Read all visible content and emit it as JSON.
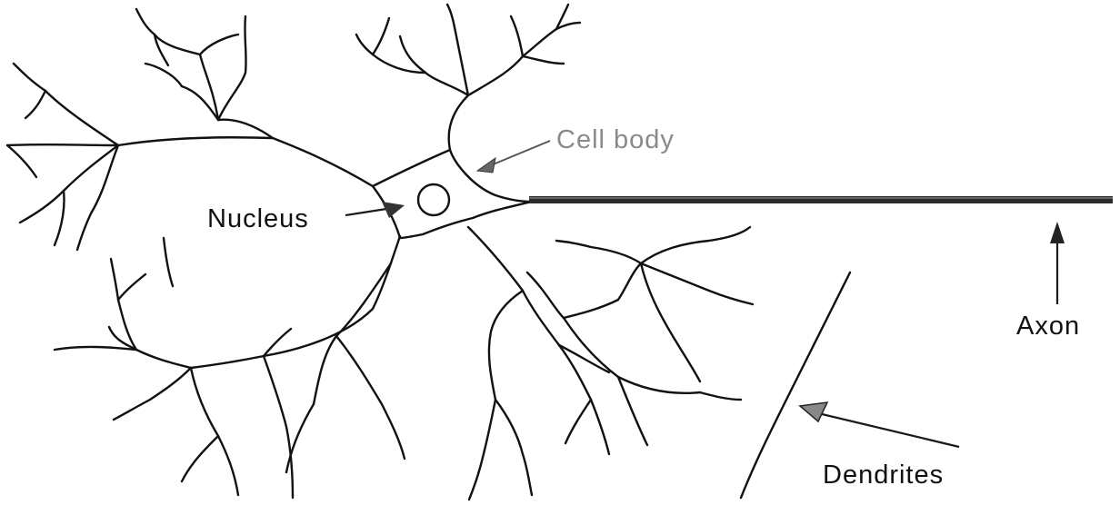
{
  "labels": {
    "cell_body": "Cell body",
    "nucleus": "Nucleus",
    "axon": "Axon",
    "dendrites": "Dendrites"
  },
  "colors": {
    "line": "#111111",
    "faint_label": "#8a8a8a",
    "background": "#ffffff"
  }
}
